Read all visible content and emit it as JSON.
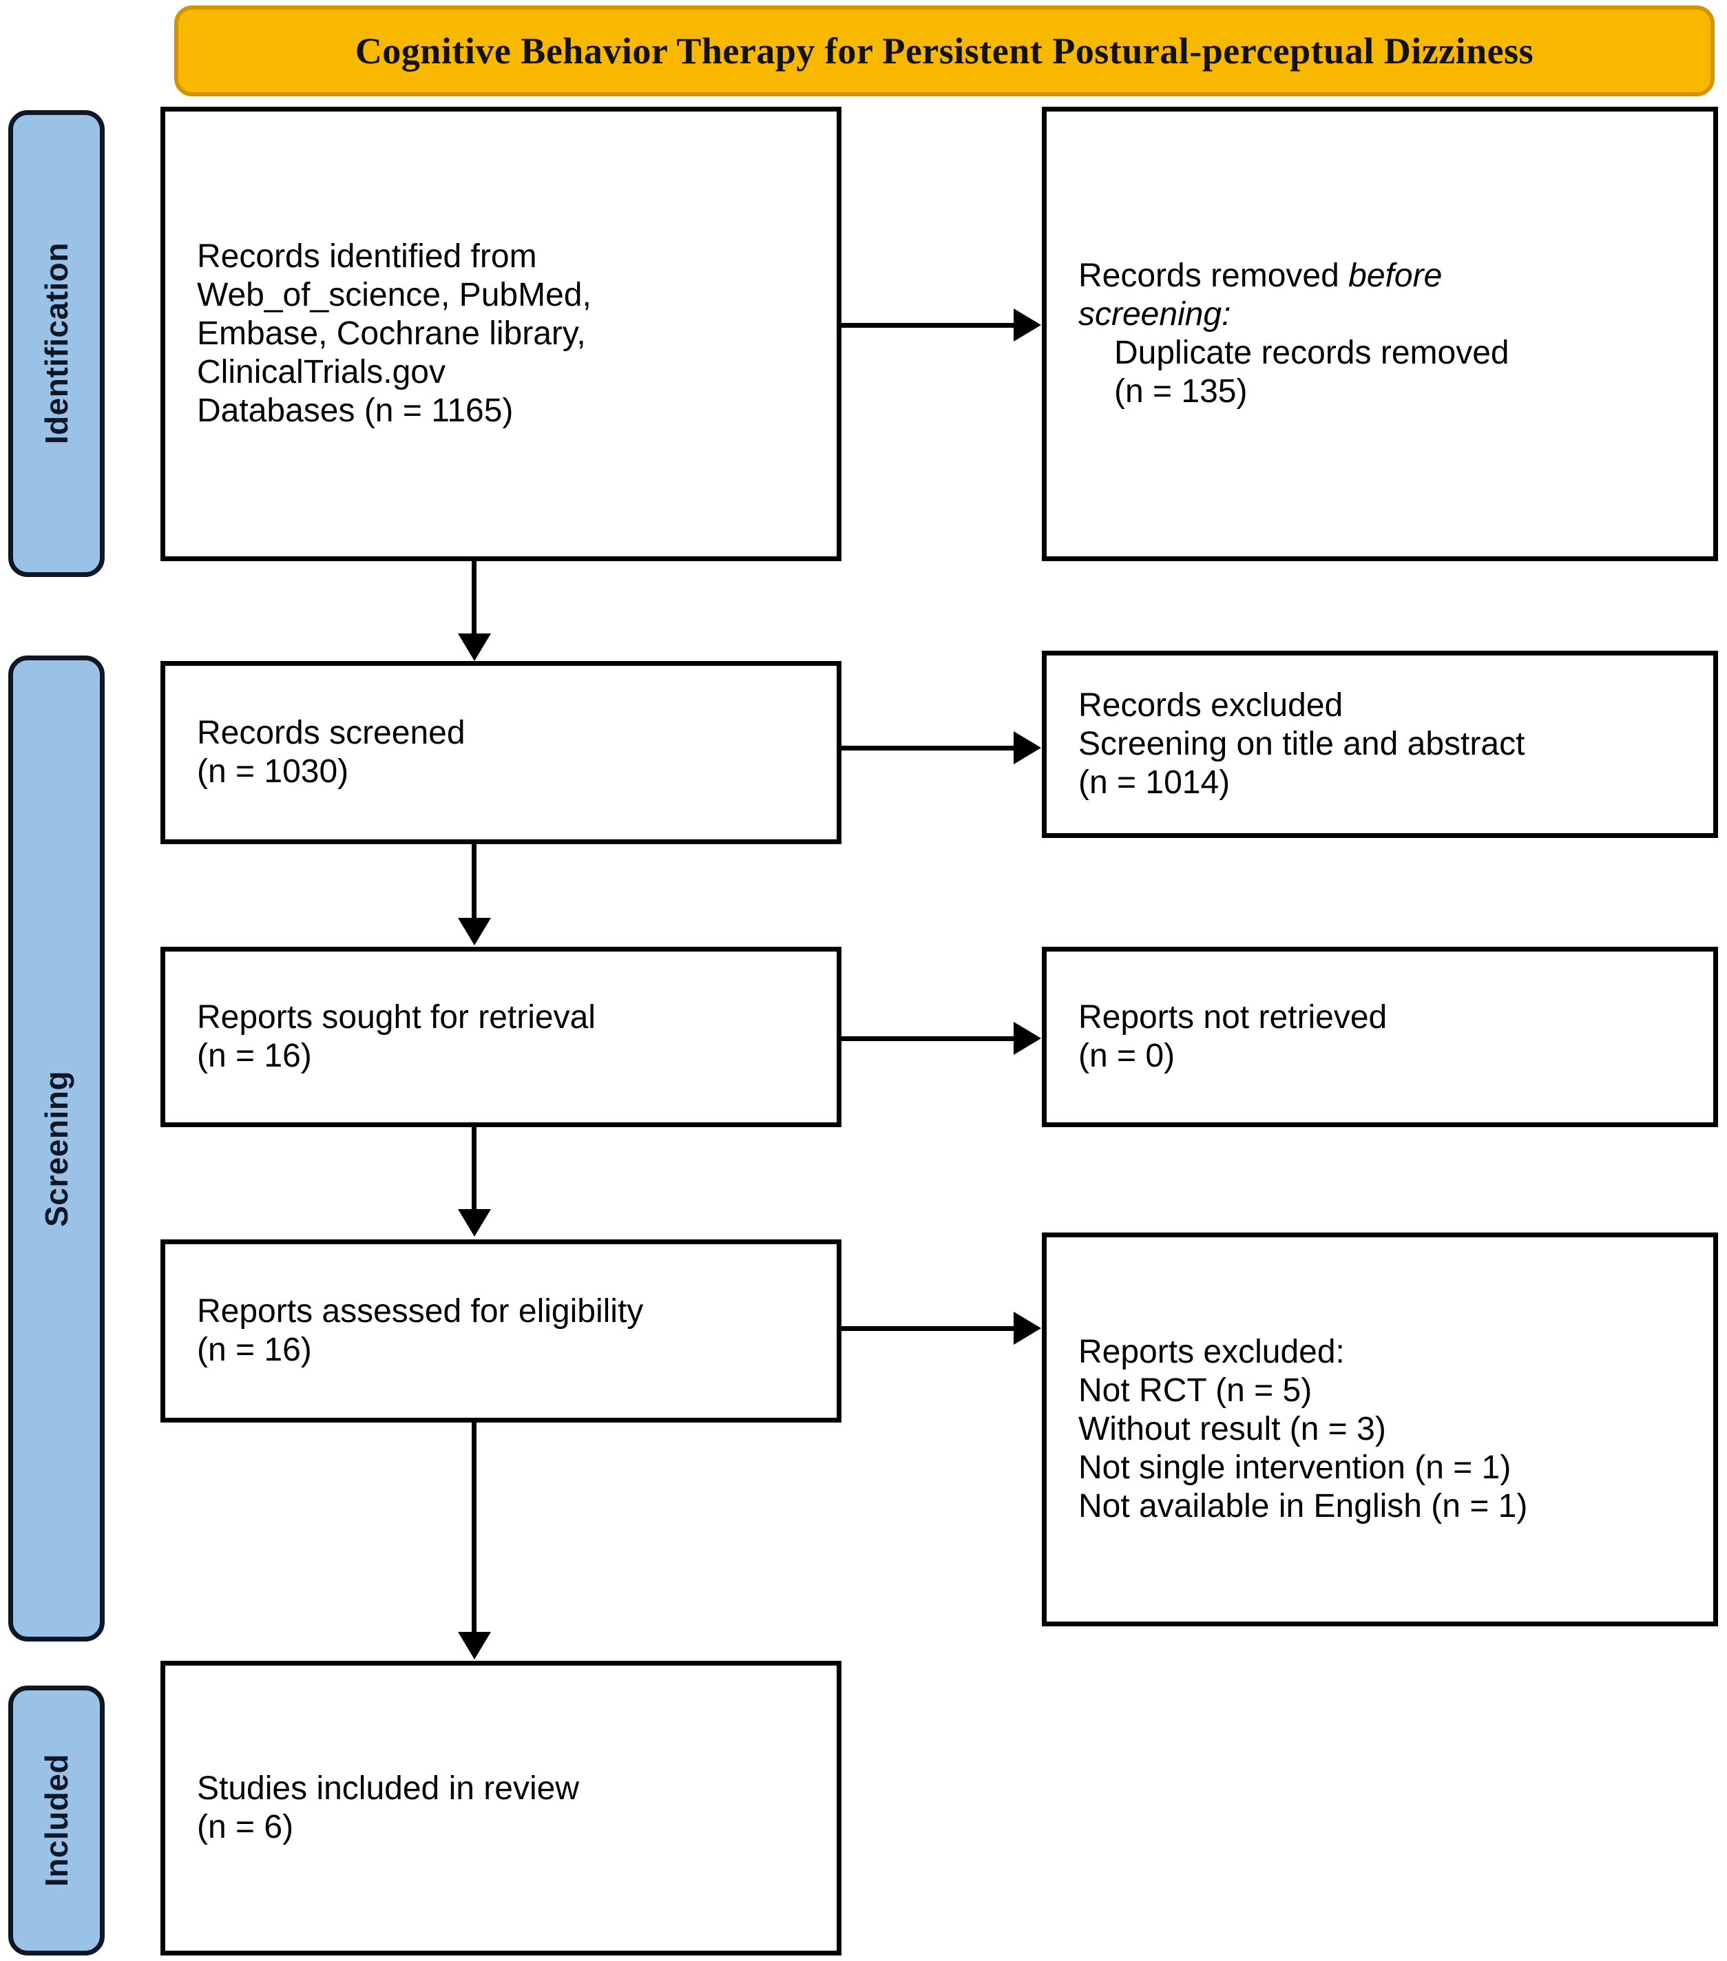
{
  "title": {
    "text": "Cognitive Behavior Therapy for Persistent Postural-perceptual Dizziness",
    "background_color": "#f9b800",
    "border_color": "#d29400",
    "text_color": "#121212"
  },
  "phases": {
    "accent_color": "#9ac2e6",
    "border_color": "#0f1726",
    "identification": "Identification",
    "screening": "Screening",
    "included": "Included"
  },
  "boxes": {
    "records_identified": {
      "line1": "Records identified from",
      "line2": "Web_of_science, PubMed,",
      "line3": "Embase, Cochrane library,",
      "line4": "ClinicalTrials.gov",
      "line5": "Databases (n = 1165)"
    },
    "records_removed": {
      "line1_plain": "Records removed ",
      "line1_italic": "before",
      "line2_italic": "screening:",
      "line3": "Duplicate records removed",
      "line4": "(n = 135)"
    },
    "records_screened": {
      "line1": "Records screened",
      "line2": "(n = 1030)"
    },
    "records_excluded": {
      "line1": "Records excluded",
      "line2": "Screening on title and abstract",
      "line3": "(n = 1014)"
    },
    "reports_sought": {
      "line1": "Reports sought for retrieval",
      "line2": "(n = 16)"
    },
    "reports_not_retrieved": {
      "line1": "Reports not retrieved",
      "line2": "(n = 0)"
    },
    "reports_assessed": {
      "line1": "Reports assessed for eligibility",
      "line2": "(n = 16)"
    },
    "reports_excluded": {
      "line1": "Reports excluded:",
      "line2": "Not RCT (n = 5)",
      "line3": "Without result (n = 3)",
      "line4": "Not single intervention (n = 1)",
      "line5": "Not available in English (n = 1)"
    },
    "studies_included": {
      "line1": "Studies included in review",
      "line2": "(n = 6)"
    }
  },
  "flow_data": {
    "type": "prisma-flow",
    "identified_databases": 1165,
    "duplicates_removed": 135,
    "screened": 1030,
    "excluded_title_abstract": 1014,
    "sought_for_retrieval": 16,
    "not_retrieved": 0,
    "assessed_for_eligibility": 16,
    "excluded_not_rct": 5,
    "excluded_without_result": 3,
    "excluded_not_single_intervention": 1,
    "excluded_not_english": 1,
    "included_in_review": 6
  }
}
